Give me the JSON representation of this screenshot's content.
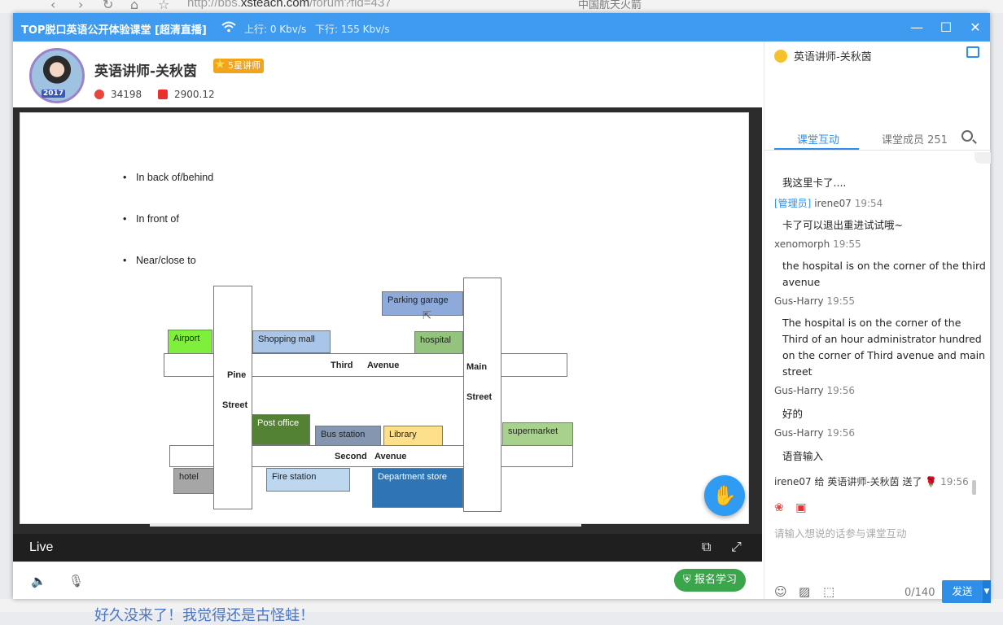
{
  "browser": {
    "url_prefix": "http://bbs.",
    "url_host": "xsteach.com",
    "url_path": "/forum?fid=437",
    "tab_hint": "中国航天火箭"
  },
  "background_post": "好久没来了！我觉得还是古怪蛙！",
  "window": {
    "title": "TOP脱口英语公开体验课堂  [超清直播]",
    "upload": "上行: 0 Kbv/s",
    "download": "下行: 155 Kbv/s"
  },
  "teacher": {
    "name": "英语讲师-关秋茵",
    "level_badge": "5星讲师",
    "avatar_year": "2017",
    "flowers": "34198",
    "red_packets": "2900.12"
  },
  "slide": {
    "bullets": [
      "In back of/behind",
      "In front of",
      "Near/close to"
    ],
    "places": {
      "airport": "Airport",
      "shopping_mall": "Shopping mall",
      "parking_garage": "Parking garage",
      "hospital": "hospital",
      "post_office": "Post office",
      "bus_station": "Bus station",
      "library": "Library",
      "supermarket": "supermarket",
      "hotel": "hotel",
      "fire_station": "Fire station",
      "department_store": "Department store"
    },
    "roads": {
      "pine": "Pine",
      "pine_street": "Street",
      "third": "Third",
      "third_avenue": "Avenue",
      "main": "Main",
      "main_street": "Street",
      "second": "Second",
      "second_avenue": "Avenue"
    },
    "colors": {
      "airport": "#7ef03c",
      "shopping_mall": "#a9c6e8",
      "parking_garage": "#8eaadb",
      "hospital": "#93c47d",
      "post_office": "#548235",
      "bus_station": "#8496b0",
      "library": "#ffe08a",
      "supermarket": "#a9d18e",
      "hotel": "#a6a6a6",
      "fire_station": "#bdd7ee",
      "department_store": "#2e75b6"
    }
  },
  "live_bar": {
    "label": "Live"
  },
  "bottom": {
    "signup_label": "报名学习"
  },
  "panel": {
    "host_name": "英语讲师-关秋茵",
    "tabs": [
      {
        "label": "课堂互动"
      },
      {
        "label": "课堂成员 251"
      }
    ],
    "messages": [
      {
        "text": "我这里卡了...."
      },
      {
        "role": "[管理员]",
        "user": "irene07",
        "time": "19:54",
        "text": "卡了可以退出重进试试哦~"
      },
      {
        "user": "xenomorph",
        "time": "19:55",
        "text": "the hospital is on the corner of the third avenue"
      },
      {
        "user": "Gus-Harry",
        "time": "19:55",
        "text": "The hospital is on the corner of the Third of an hour administrator hundred on the corner of Third avenue and main street"
      },
      {
        "user": "Gus-Harry",
        "time": "19:56",
        "text": "好的"
      },
      {
        "user": "Gus-Harry",
        "time": "19:56",
        "text": "语音输入"
      }
    ],
    "gift_line": {
      "from": "irene07",
      "give": "给",
      "to": "英语讲师-关秋茵",
      "sent": "送了",
      "time": "19:56"
    },
    "input_placeholder": "请输入想说的话参与课堂互动",
    "counter": "0/140",
    "send_label": "发送"
  }
}
